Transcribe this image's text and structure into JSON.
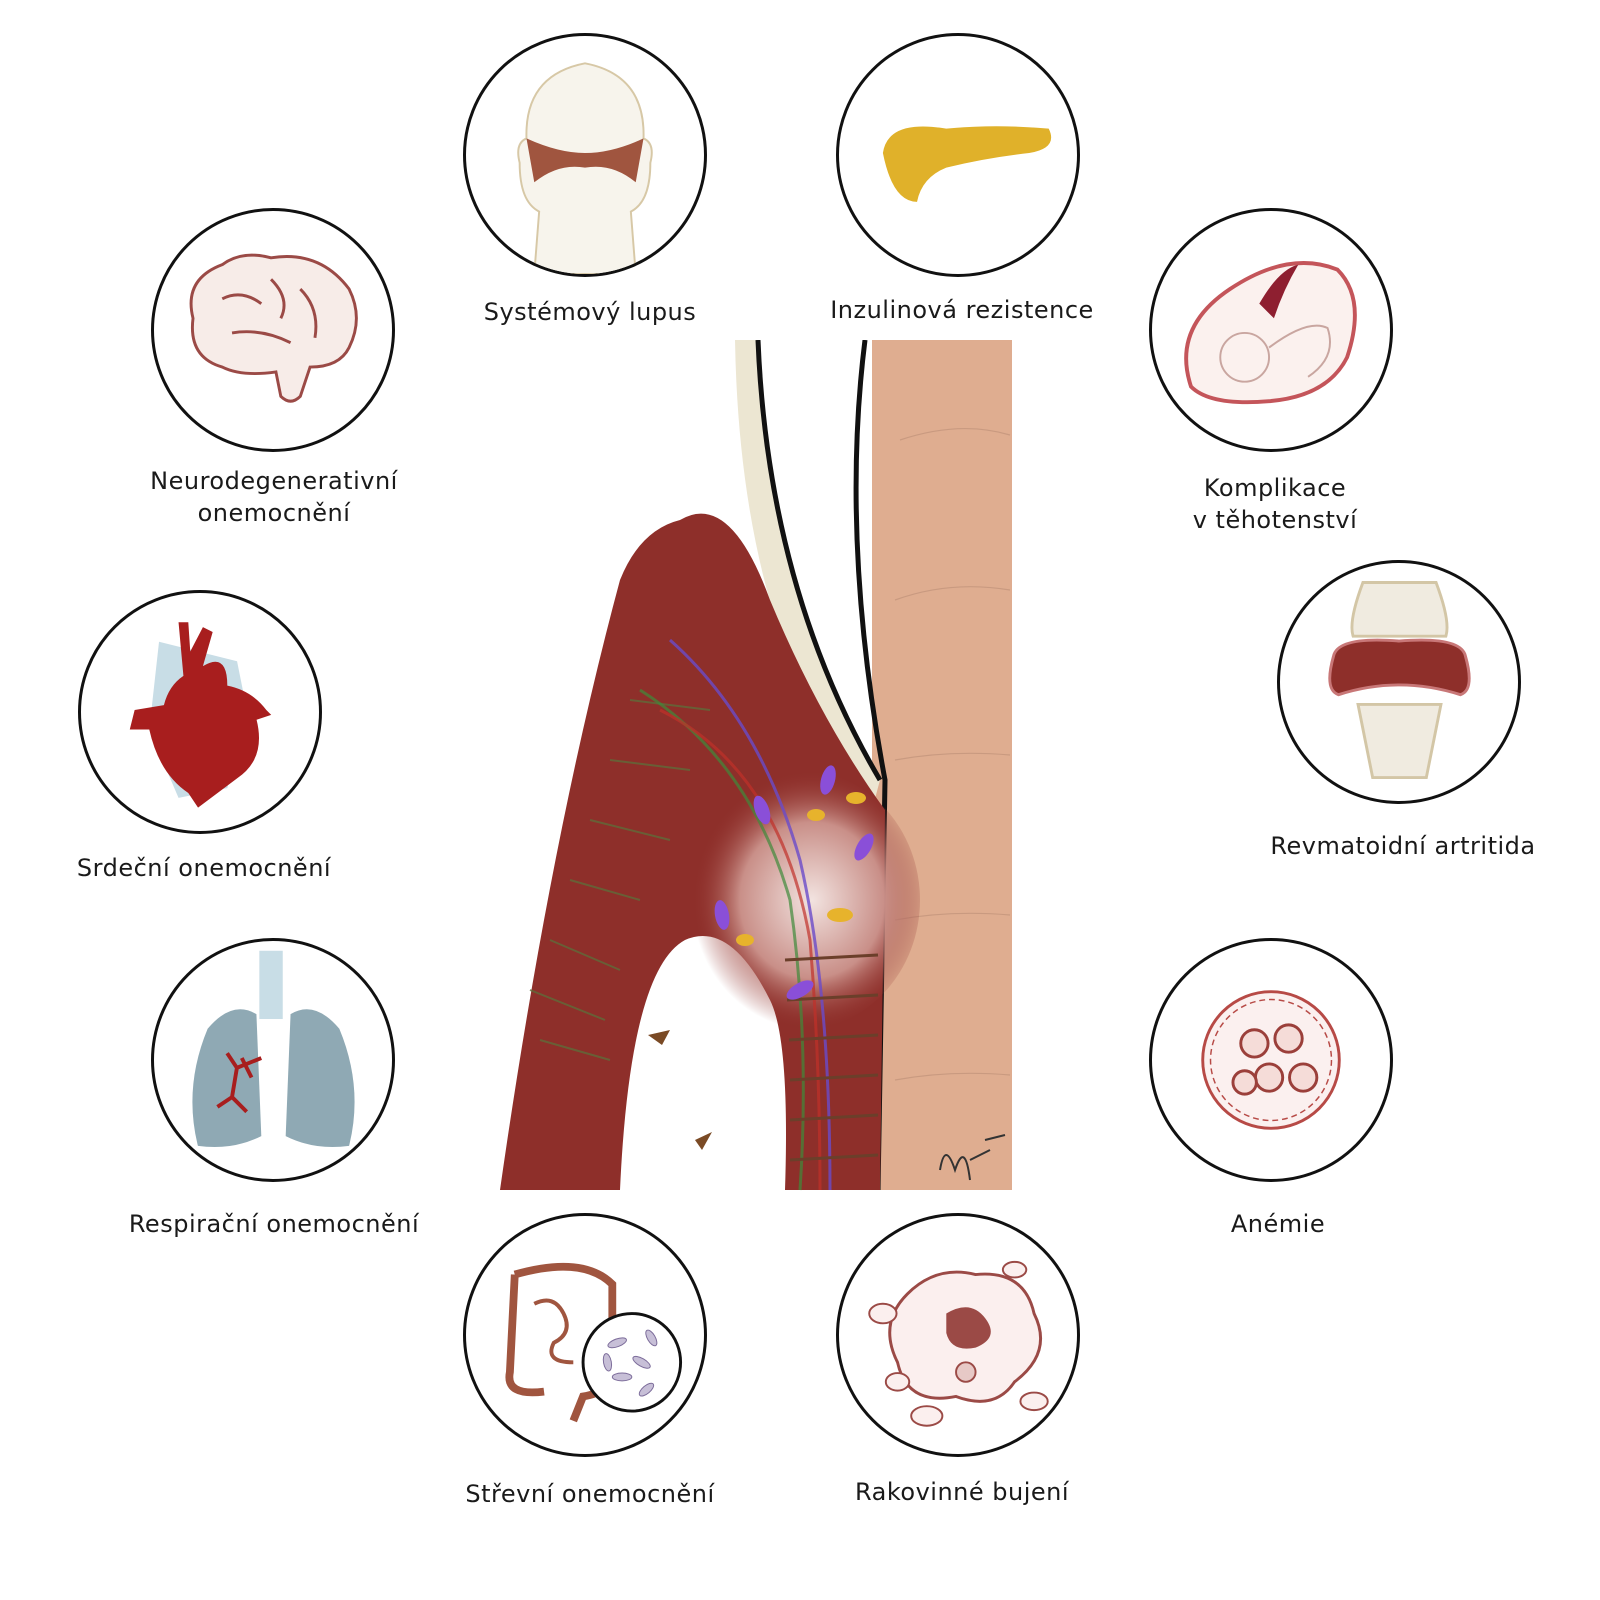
{
  "diagram": {
    "center": {
      "subject": "gingiva-tooth-periodontal-inflammation"
    },
    "conditions": {
      "lupus": {
        "label": "Systémový lupus",
        "icon": "face-butterfly-rash-icon"
      },
      "insulin": {
        "label": "Inzulinová rezistence",
        "icon": "pancreas-icon"
      },
      "neuro": {
        "line1": "Neurodegenerativní",
        "line2": "onemocnění",
        "icon": "brain-icon"
      },
      "pregnancy": {
        "line1": "Komplikace",
        "line2": "v těhotenství",
        "icon": "fetus-in-uterus-icon"
      },
      "heart": {
        "label": "Srdeční onemocnění",
        "icon": "heart-icon"
      },
      "arthritis": {
        "label": "Revmatoidní artritida",
        "icon": "inflamed-joint-icon"
      },
      "respiratory": {
        "label": "Respirační onemocnění",
        "icon": "lungs-icon"
      },
      "anemia": {
        "label": "Anémie",
        "icon": "blood-cells-icon"
      },
      "gut": {
        "label": "Střevní onemocnění",
        "icon": "intestines-bacteria-icon"
      },
      "cancer": {
        "label": "Rakovinné bujení",
        "icon": "cancer-cells-icon"
      }
    },
    "colors": {
      "gum": "#8e2f2a",
      "tooth": "#dfad90",
      "enamel": "#ece6d2",
      "bacteria_purple": "#8a4fd8",
      "bacteria_yellow": "#e7b32c",
      "pancreas": "#e0b12a",
      "rash": "#a0553f",
      "heart": "#a81e1e",
      "lung": "#8fa9b4"
    }
  }
}
